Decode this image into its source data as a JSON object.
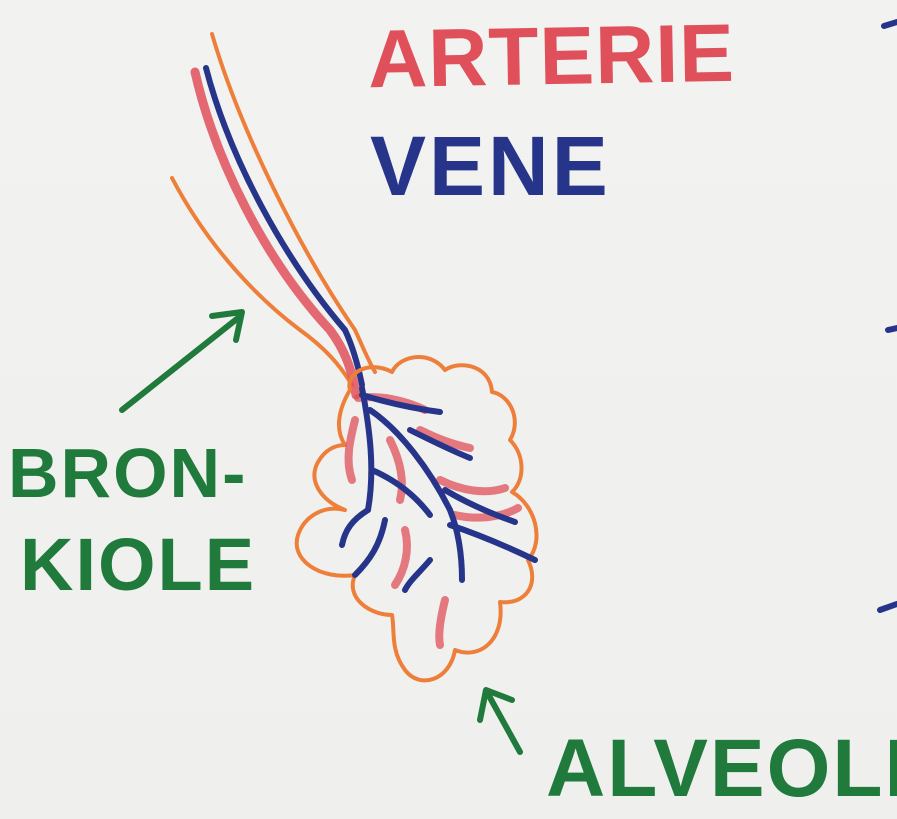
{
  "labels": {
    "arterie": "ARTERIE",
    "vene": "VENE",
    "bronchiole_line1": "BRON-",
    "bronchiole_line2": "KIOLE",
    "alveole": "ALVEOLE"
  },
  "colors": {
    "arterie": "#e0505a",
    "vene": "#26358a",
    "bronchiole_outline": "#ee7f3a",
    "arrow_green": "#1f7a3c",
    "board": "#f1f1ef"
  }
}
